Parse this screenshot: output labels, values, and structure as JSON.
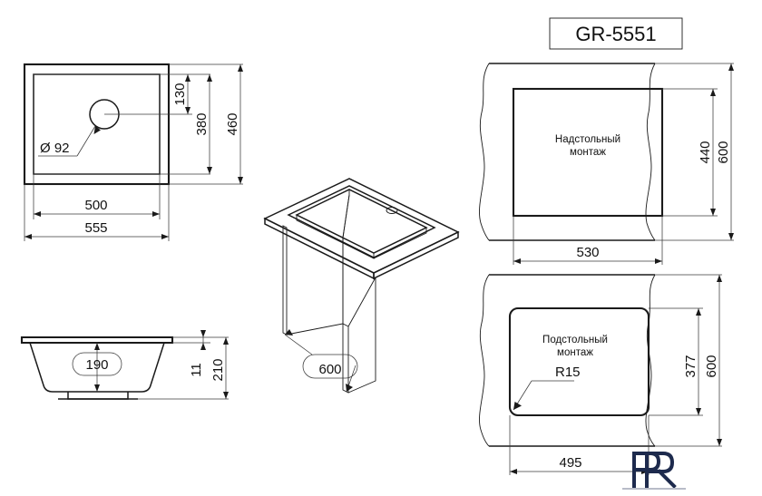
{
  "drawing": {
    "title": "GR-5551",
    "logo": "FR"
  },
  "views": {
    "top": {
      "name": "top-view",
      "dims": {
        "outer_width": "555",
        "inner_width": "500",
        "outer_height": "460",
        "inner_height": "380",
        "hole_offset_top": "130",
        "hole_diameter": "Ø 92"
      }
    },
    "side": {
      "name": "side-section-view",
      "dims": {
        "bowl_depth": "190",
        "rim_thickness": "11",
        "total_height": "210"
      }
    },
    "iso": {
      "name": "isometric-view",
      "dims": {
        "cabinet_width": "600"
      }
    },
    "overmount": {
      "name": "overmount-cutout-view",
      "label_line1": "Надстольный",
      "label_line2": "монтаж",
      "dims": {
        "cutout_width": "530",
        "cutout_height": "440",
        "counter_depth": "600"
      }
    },
    "undermount": {
      "name": "undermount-cutout-view",
      "label_line1": "Подстольный",
      "label_line2": "монтаж",
      "dims": {
        "cutout_width": "495",
        "cutout_height": "377",
        "counter_depth": "600",
        "corner_radius": "R15"
      }
    }
  },
  "colors": {
    "line": "#1a1a1a",
    "logo": "#1d2a4d",
    "background": "#ffffff"
  }
}
